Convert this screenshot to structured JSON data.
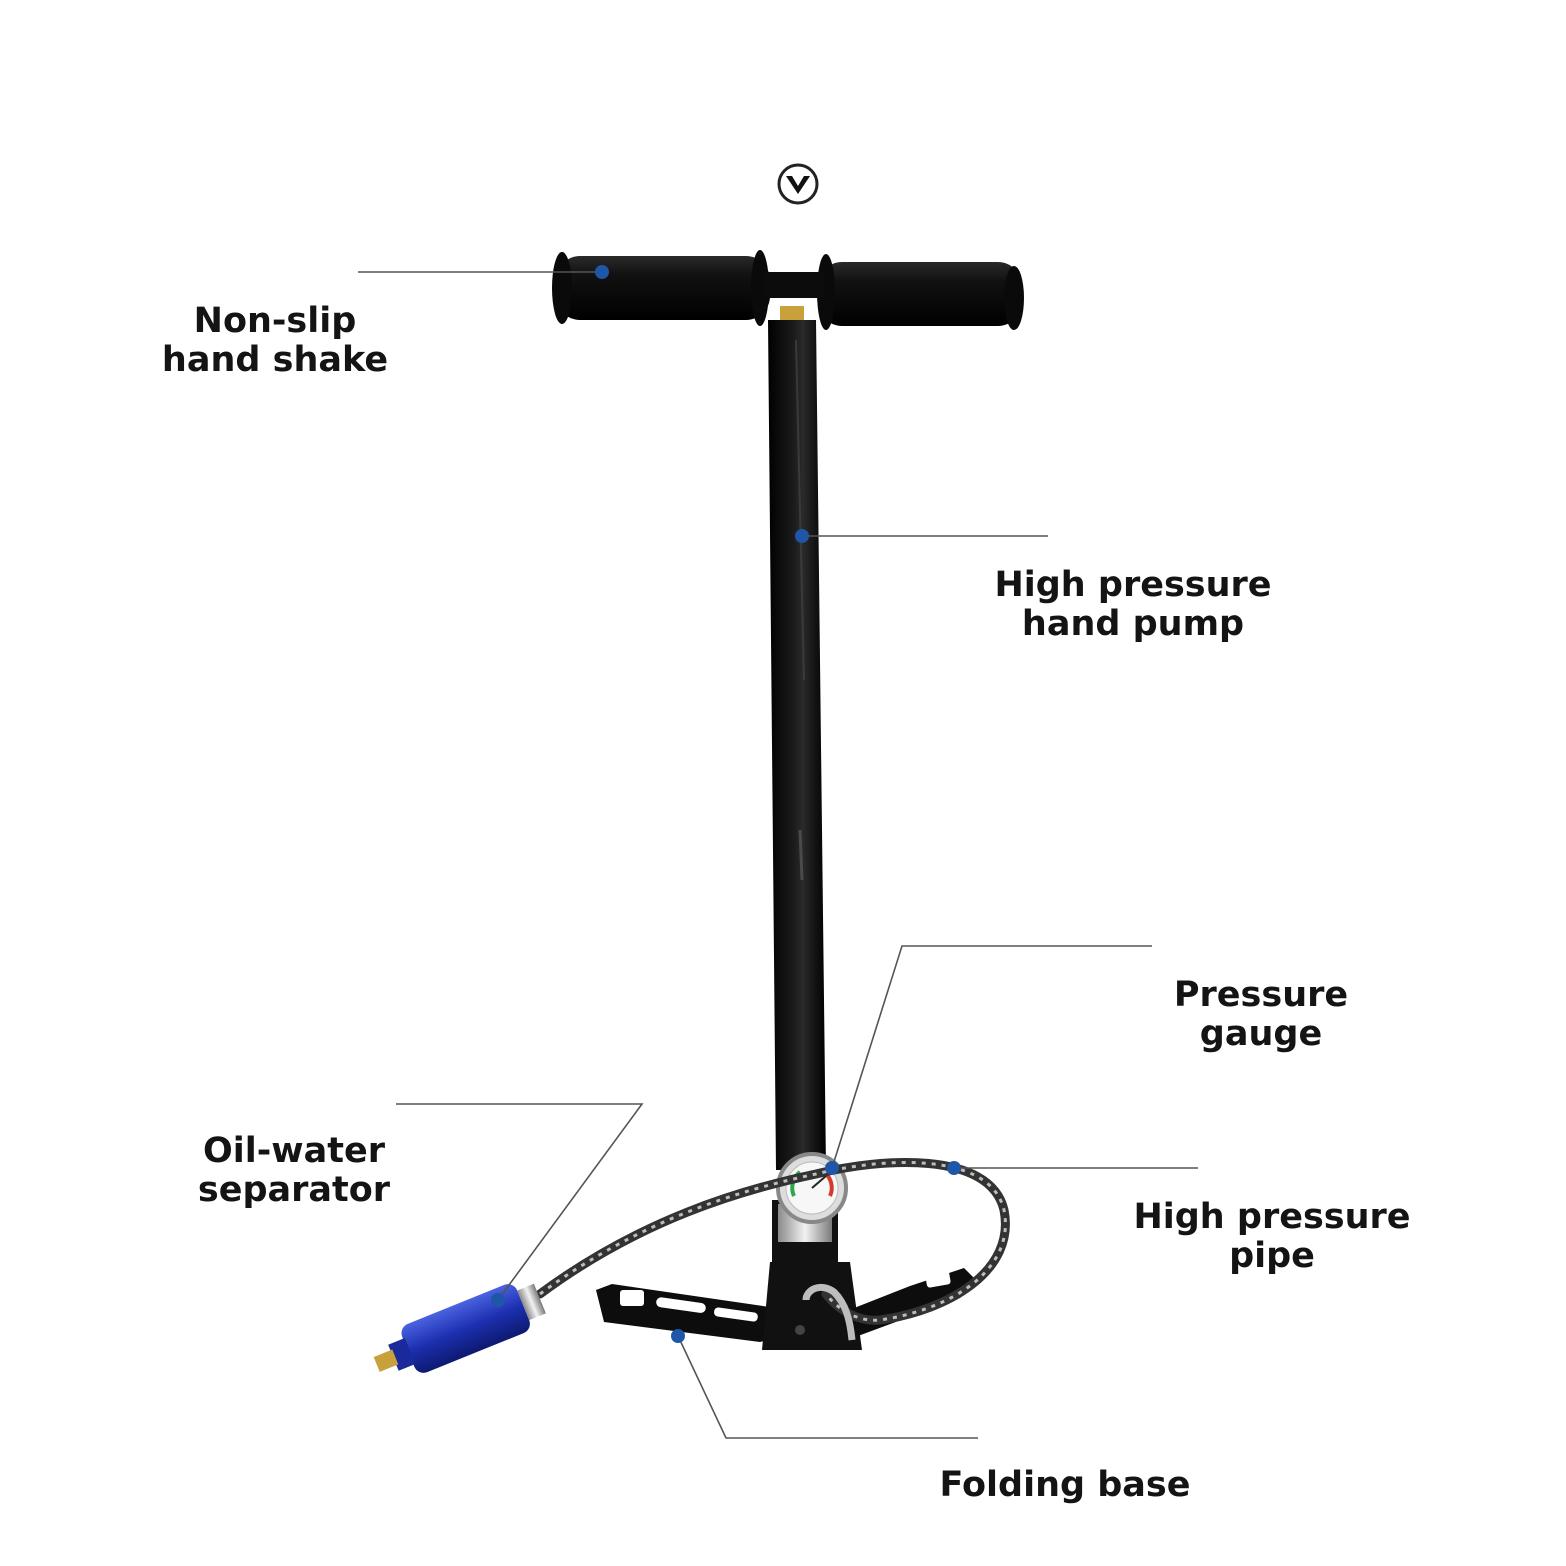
{
  "colors": {
    "background": "#ffffff",
    "text": "#141414",
    "leader_line": "#555555",
    "marker_dot": "#1f56a8",
    "pump_body": "#0c0c0c",
    "separator_blue": "#1c2fb0",
    "brass": "#c9a13a"
  },
  "icons": {
    "top_badge": "chevron-down-circle-icon"
  },
  "labels": {
    "non_slip_handle": {
      "line1": "Non-slip",
      "line2": "hand shake"
    },
    "pump": {
      "line1": "High pressure",
      "line2": "hand pump"
    },
    "gauge": {
      "line1": "Pressure",
      "line2": "gauge"
    },
    "separator": {
      "line1": "Oil-water",
      "line2": "separator"
    },
    "pipe": {
      "line1": "High pressure",
      "line2": "pipe"
    },
    "base": {
      "line1": "Folding base"
    }
  }
}
